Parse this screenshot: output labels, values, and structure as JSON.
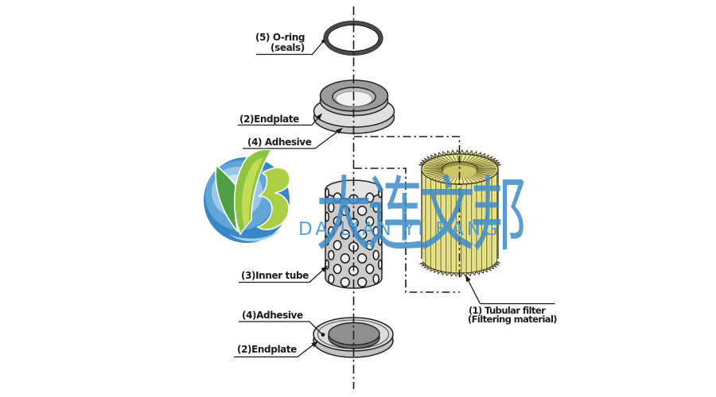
{
  "diagram_title": "Tubular filter exploded assembly diagram",
  "labels": {
    "oring_line1": "(5) O-ring",
    "oring_line2": "(seals)",
    "endplate_top": "(2)Endplate",
    "adhesive_top": "(4) Adhesive",
    "inner_tube": "(3)Inner tube",
    "adhesive_bottom": "(4)Adhesive",
    "endplate_bottom": "(2)Endplate",
    "filter_line1": "(1) Tubular filter",
    "filter_line2": "(Filtering material)"
  },
  "watermark": {
    "cjk": "大连文邦",
    "latin": "DA LIAN YI BANG",
    "text_blue": "#4a9cd4",
    "logo_green": "#7bbd3d",
    "logo_blue": "#3d89c6"
  },
  "colors": {
    "filter_yellow": "#efeb9e",
    "metal_gray": "#cbcbcb",
    "line_dark": "#1a1a1a"
  }
}
